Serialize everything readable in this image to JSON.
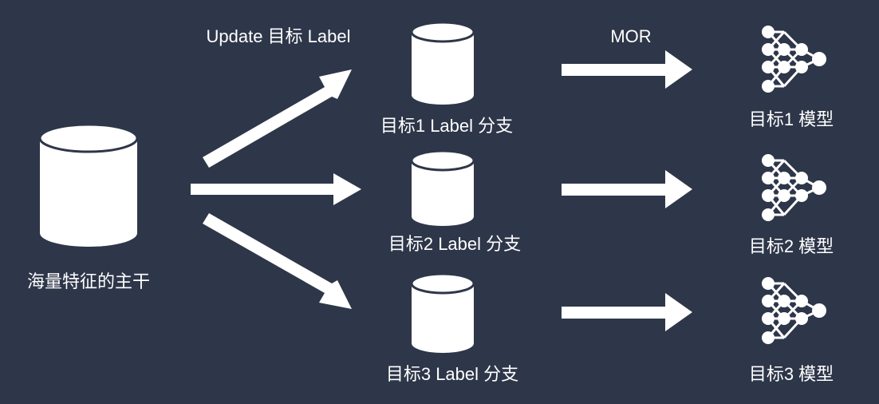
{
  "backbone": {
    "label": "海量特征的主干"
  },
  "edge_labels": {
    "update": "Update 目标 Label",
    "mor": "MOR"
  },
  "branches": [
    {
      "label": "目标1 Label 分支"
    },
    {
      "label": "目标2 Label 分支"
    },
    {
      "label": "目标3 Label 分支"
    }
  ],
  "models": [
    {
      "label": "目标1 模型",
      "icon": "neural-network-icon"
    },
    {
      "label": "目标2 模型",
      "icon": "neural-network-icon"
    },
    {
      "label": "目标3 模型",
      "icon": "neural-network-icon"
    }
  ],
  "colors": {
    "background": "#2e3649",
    "foreground": "#ffffff"
  }
}
